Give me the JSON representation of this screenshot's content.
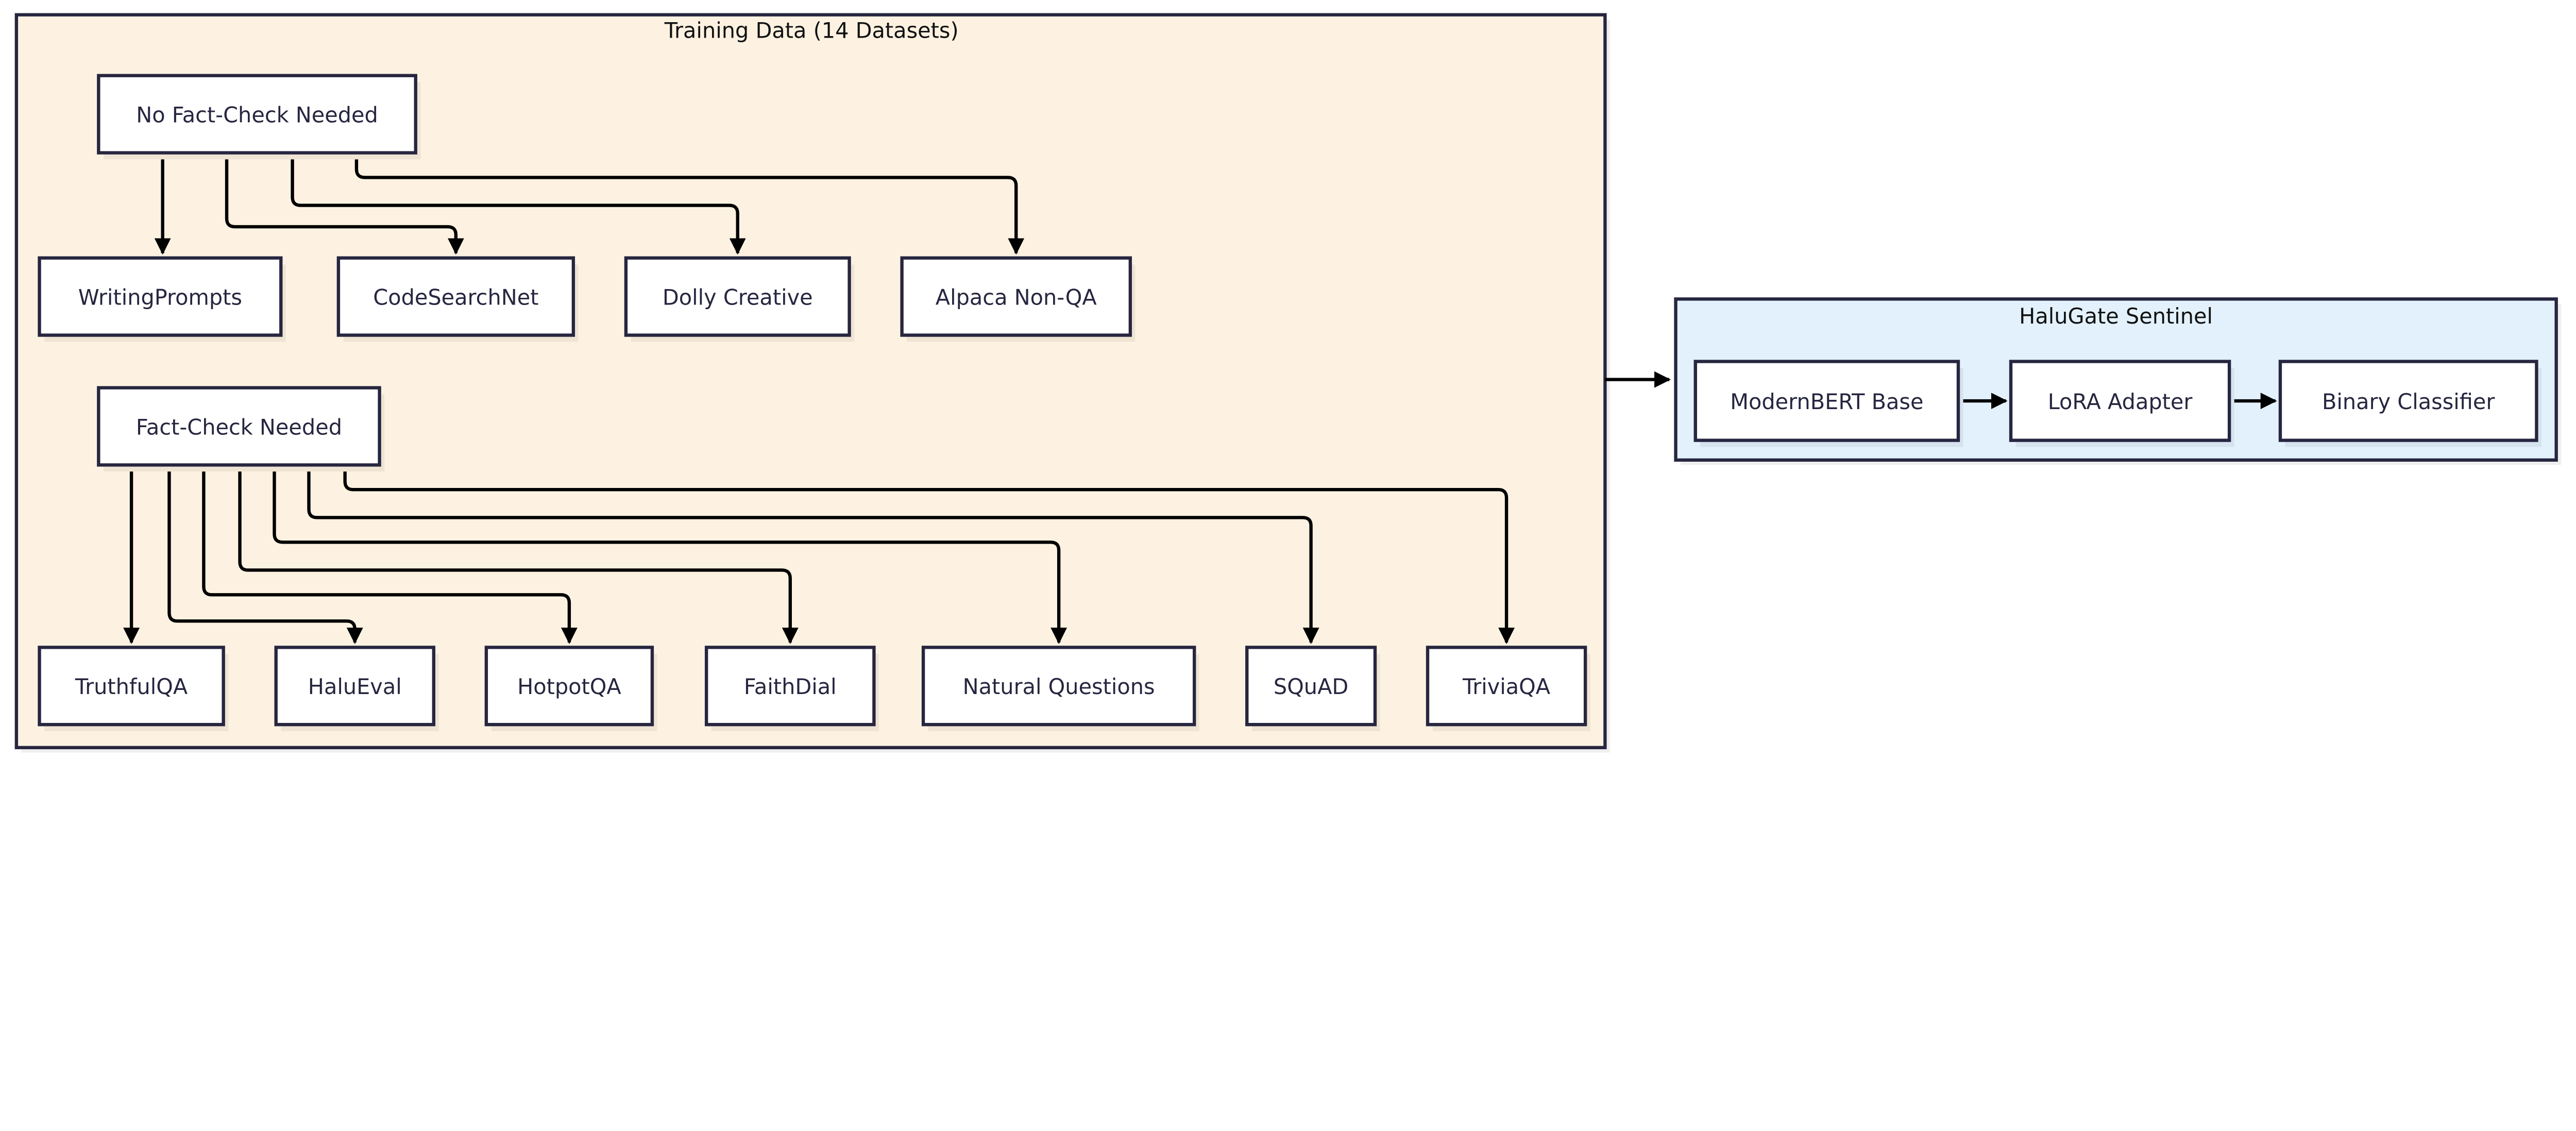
{
  "colors": {
    "training_fill": "#fdf2e1",
    "sentinel_fill": "#e3f1fc",
    "node_fill": "#ffffff",
    "stroke": "#262640",
    "edge": "#000000"
  },
  "training": {
    "title": "Training Data (14 Datasets)",
    "groups": [
      {
        "id": "nofc",
        "label": "No Fact-Check Needed",
        "children": [
          "WritingPrompts",
          "CodeSearchNet",
          "Dolly Creative",
          "Alpaca Non-QA"
        ]
      },
      {
        "id": "fc",
        "label": "Fact-Check Needed",
        "children": [
          "TruthfulQA",
          "HaluEval",
          "HotpotQA",
          "FaithDial",
          "Natural Questions",
          "SQuAD",
          "TriviaQA"
        ]
      }
    ]
  },
  "sentinel": {
    "title": "HaluGate Sentinel",
    "stages": [
      "ModernBERT Base",
      "LoRA Adapter",
      "Binary Classifier"
    ]
  }
}
